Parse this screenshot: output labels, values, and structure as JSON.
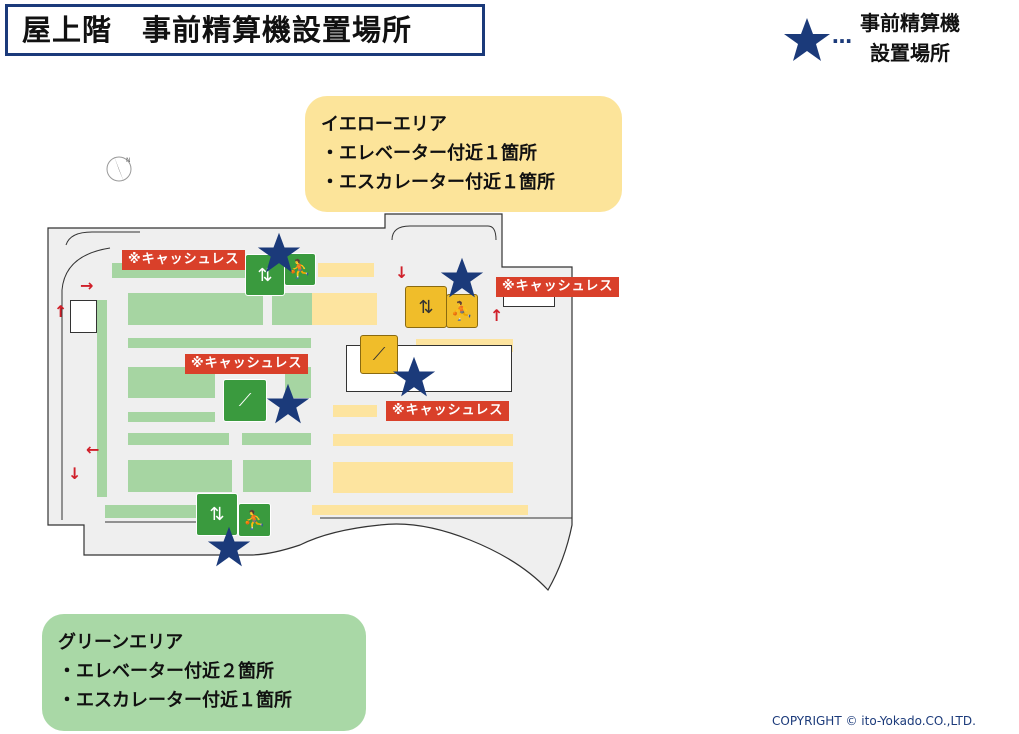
{
  "title": "屋上階　事前精算機設置場所",
  "legend": {
    "dots": "…",
    "line1": "事前精算機",
    "line2": "設置場所",
    "icon": "star-icon",
    "color": "#1b3a7a"
  },
  "yellow_area": {
    "heading": "イエローエリア",
    "items": [
      "・エレベーター付近１箇所",
      "・エスカレーター付近１箇所"
    ],
    "color": "#fce49a"
  },
  "green_area": {
    "heading": "グリーンエリア",
    "items": [
      "・エレベーター付近２箇所",
      "・エスカレーター付近１箇所"
    ],
    "color": "#a9d8a6"
  },
  "cashless_label": "※キャッシュレス",
  "copyright": "COPYRIGHT © ito-Yokado.CO.,LTD.",
  "compass": "N"
}
